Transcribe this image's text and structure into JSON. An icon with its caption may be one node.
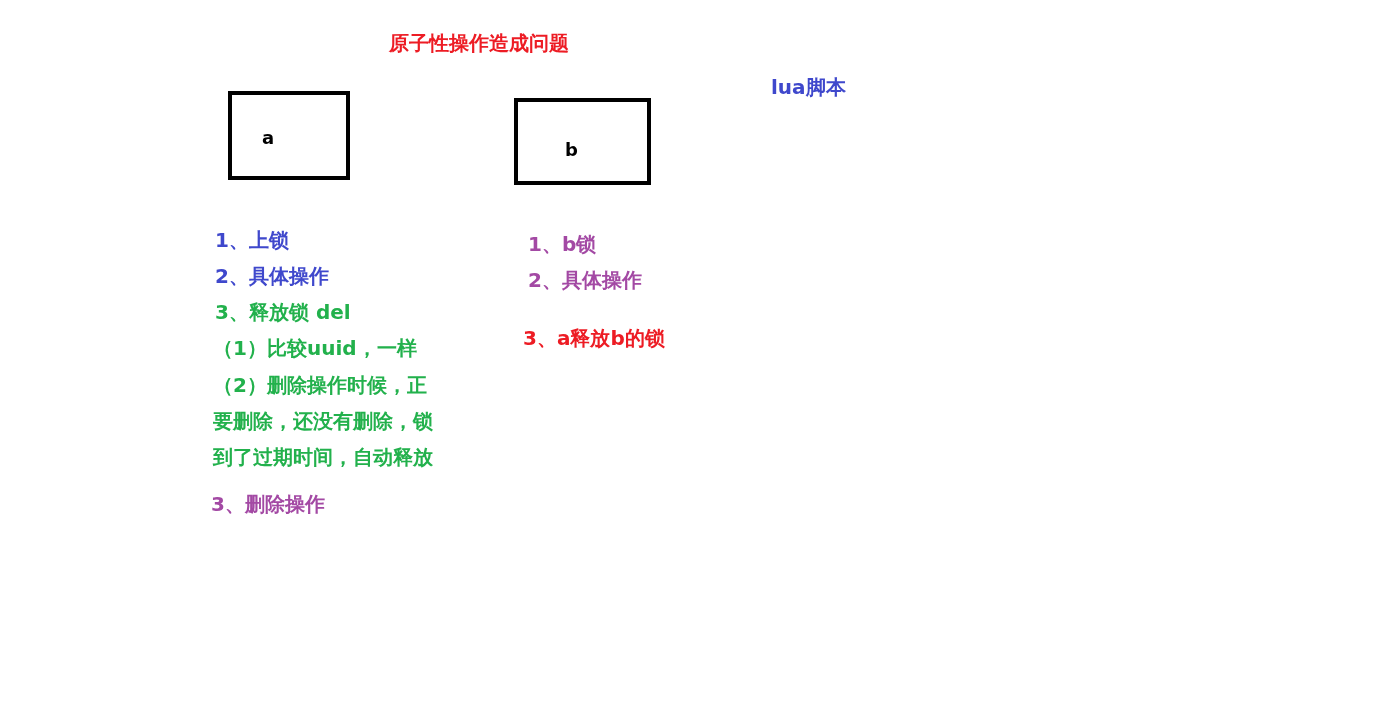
{
  "diagram": {
    "title": "原子性操作造成问题",
    "nodes": [
      {
        "text": [
          "a"
        ]
      },
      {
        "text": [
          "b"
        ]
      }
    ],
    "labels": [
      "lua脚本",
      "1、上锁",
      "2、具体操作",
      "3、释放锁 del",
      "（1）比较uuid，一样",
      "（2）删除操作时候，正要删除，还没有删除，锁到了过期时间，自动释放",
      "3、删除操作",
      "1、b锁",
      "2、具体操作",
      "3、a释放b的锁"
    ]
  }
}
